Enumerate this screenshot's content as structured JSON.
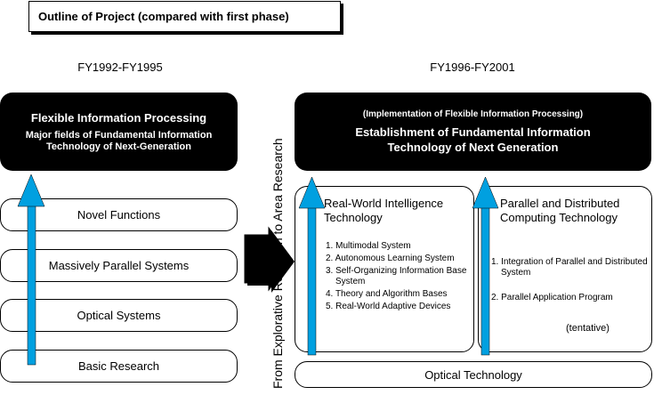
{
  "header": {
    "title": "Outline of Project (compared with first phase)"
  },
  "left": {
    "period": "FY1992-FY1995",
    "box_title": "Flexible Information Processing",
    "box_subtitle_1": "Major fields of Fundamental Information",
    "box_subtitle_2": "Technology of Next-Generation",
    "items": [
      "Novel Functions",
      "Massively Parallel Systems",
      "Optical Systems",
      "Basic Research"
    ]
  },
  "transition": {
    "label": "From Explorative Research to Area Research"
  },
  "right": {
    "period": "FY1996-FY2001",
    "box_line_0": "(Implementation of Flexible Information Processing)",
    "box_line_1": "Establishment of Fundamental Information",
    "box_line_2": "Technology of Next Generation",
    "panel_left": {
      "title_1": "Real-World Intelligence",
      "title_2": "Technology",
      "items": [
        "1. Multimodal System",
        "2. Autonomous Learning System",
        "3. Self-Organizing  Information Base System",
        "4. Theory and Algorithm Bases",
        "5. Real-World Adaptive Devices"
      ]
    },
    "panel_right": {
      "title_1": "Parallel and Distributed",
      "title_2": "Computing Technology",
      "items": [
        "1. Integration of Parallel and Distributed System",
        "2. Parallel Application Program"
      ],
      "note": "(tentative)"
    },
    "bottom_bar": "Optical Technology"
  },
  "colors": {
    "arrow": "#00a0e0",
    "box": "#000000",
    "shadow": "#000000"
  }
}
